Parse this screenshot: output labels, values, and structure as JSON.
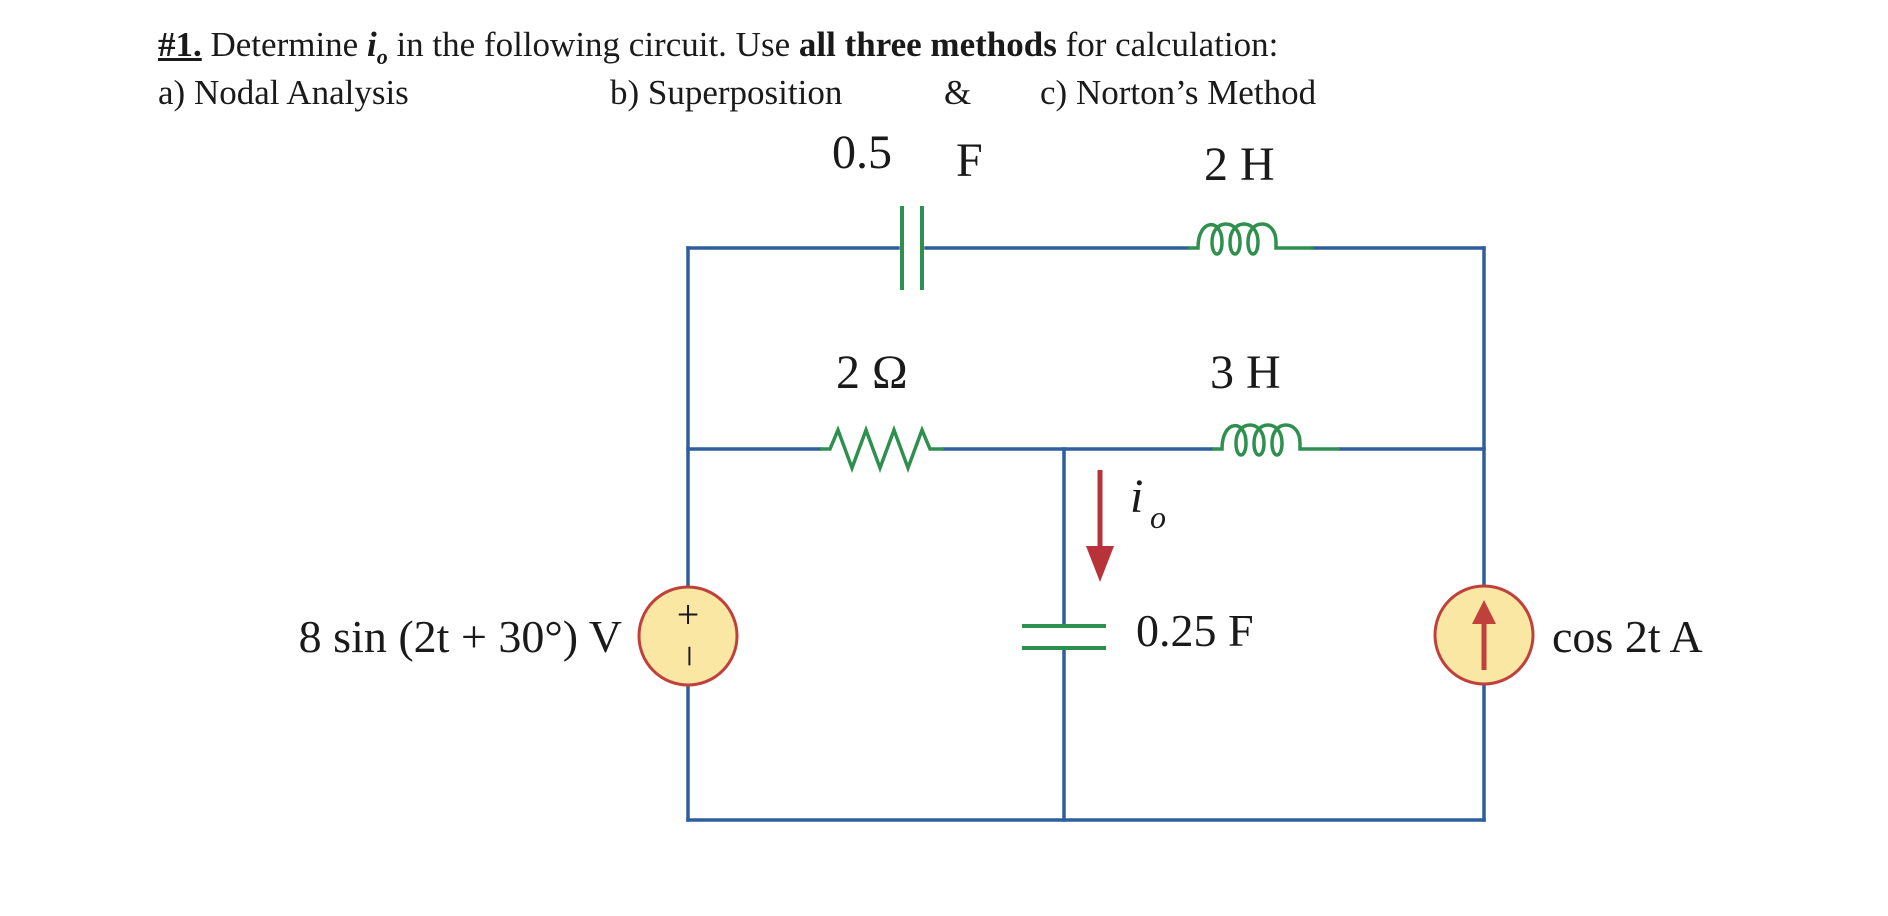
{
  "problem": {
    "number": "#1.",
    "text_before": " Determine ",
    "variable_base": "i",
    "variable_sub": "o",
    "text_middle": " in the following circuit. Use ",
    "emphasis": "all three methods",
    "text_after": " for calculation:"
  },
  "methods": {
    "a": "a) Nodal Analysis",
    "b": "b) Superposition",
    "separator": "&",
    "c": "c) Norton’s Method"
  },
  "circuit": {
    "top_capacitor": {
      "value": "0.5",
      "unit": "F"
    },
    "top_inductor": {
      "label": "2 H"
    },
    "resistor": {
      "label": "2 Ω"
    },
    "middle_inductor": {
      "label": "3  H"
    },
    "current_label": {
      "base": "i",
      "sub": "o"
    },
    "bottom_capacitor": {
      "label": "0.25 F"
    },
    "voltage_source": {
      "label": "8 sin (2t + 30°) V",
      "polarity_plus": "+",
      "polarity_minus": "−"
    },
    "current_source": {
      "label": "cos 2t A"
    }
  },
  "colors": {
    "wire": "#2e5e9e",
    "component": "#2f8f4f",
    "arrow": "#b8323a",
    "source_fill": "#fbe7a4",
    "source_stroke": "#c0413b"
  }
}
